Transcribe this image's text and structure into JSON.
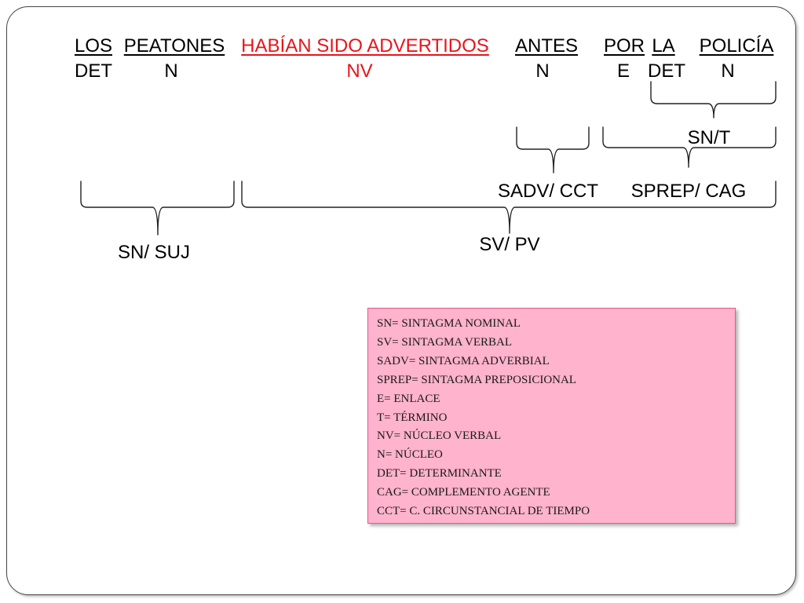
{
  "sentence": {
    "words": [
      {
        "text": "LOS",
        "tag": "DET",
        "red": false
      },
      {
        "text": "PEATONES",
        "tag": "N",
        "red": false
      },
      {
        "text": "HABÍAN SIDO ADVERTIDOS",
        "tag": "NV",
        "red": true
      },
      {
        "text": "ANTES",
        "tag": "N",
        "red": false
      },
      {
        "text": "POR",
        "tag": "E",
        "red": false
      },
      {
        "text": "LA",
        "tag": "DET",
        "red": false
      },
      {
        "text": "POLICÍA",
        "tag": "N",
        "red": false
      }
    ]
  },
  "constituents": {
    "sn_t": "SN/T",
    "sadv_cct": "SADV/ CCT",
    "sprep_cag": "SPREP/ CAG",
    "sn_suj": "SN/ SUJ",
    "sv_pv": "SV/ PV"
  },
  "legend": {
    "items": [
      "SN= SINTAGMA NOMINAL",
      "SV= SINTAGMA VERBAL",
      "SADV= SINTAGMA ADVERBIAL",
      "SPREP= SINTAGMA PREPOSICIONAL",
      "E= ENLACE",
      "T= TÉRMINO",
      "NV= NÚCLEO VERBAL",
      "N= NÚCLEO",
      "DET= DETERMINANTE",
      "CAG= COMPLEMENTO AGENTE",
      "CCT= C. CIRCUNSTANCIAL DE TIEMPO"
    ]
  },
  "colors": {
    "verb": "#e8141a",
    "legend_bg": "#ffb3cc",
    "legend_border": "#d95c8c"
  }
}
